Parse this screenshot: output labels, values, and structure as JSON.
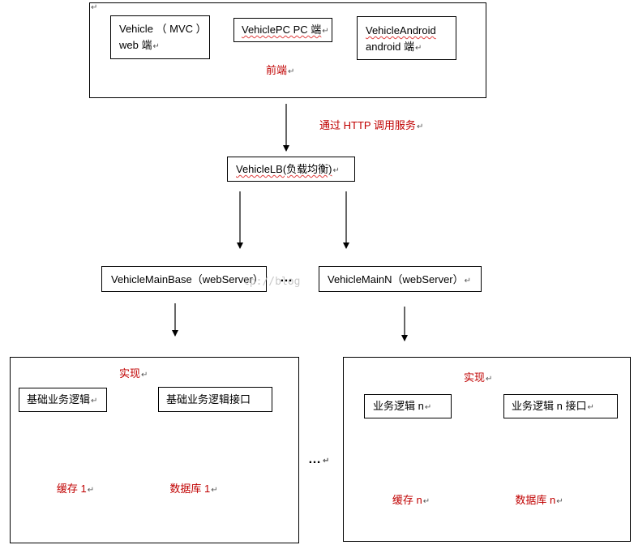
{
  "frontend": {
    "label": "前端",
    "clients": [
      {
        "line1": "Vehicle （ MVC ）",
        "line2": "web 端"
      },
      {
        "line1": "VehiclePC PC 端",
        "line2": ""
      },
      {
        "line1": "VehicleAndroid",
        "line2": "android 端"
      }
    ]
  },
  "http_label": "通过 HTTP 调用服务",
  "load_balancer": "VehicleLB(负载均衡)",
  "servers": {
    "first": "VehicleMainBase（webServer）",
    "ellipsis": "…",
    "last": "VehicleMainN（webServer）"
  },
  "watermark": "tp://blog",
  "left_group": {
    "label": "实现",
    "logic": "基础业务逻辑",
    "interface": "基础业务逻辑接口",
    "cache": "缓存 1",
    "database": "数据库 1"
  },
  "middle_ellipsis": "…",
  "right_group": {
    "label": "实现",
    "logic": "业务逻辑 n",
    "interface": "业务逻辑 n 接口",
    "cache": "缓存 n",
    "database": "数据库 n"
  }
}
